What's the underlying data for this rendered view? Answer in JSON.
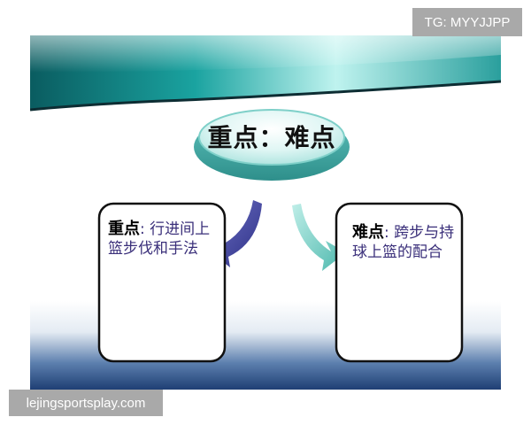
{
  "watermarks": {
    "tg": "TG: MYYJJPP",
    "site": "lejingsportsplay.com"
  },
  "slide": {
    "center_title": "重点：难点",
    "left_box": {
      "lead": "重点",
      "body": ": 行进间上篮步伐和手法"
    },
    "right_box": {
      "lead": "难点",
      "body": ": 跨步与持球上篮的配合"
    }
  },
  "colors": {
    "teal_dark": "#0c6f73",
    "teal_light": "#bff3ef",
    "left_arrow": "#3a3a8c",
    "right_arrow": "#7ad0c6",
    "box_border": "#111111",
    "body_text": "#3a2f7a"
  }
}
